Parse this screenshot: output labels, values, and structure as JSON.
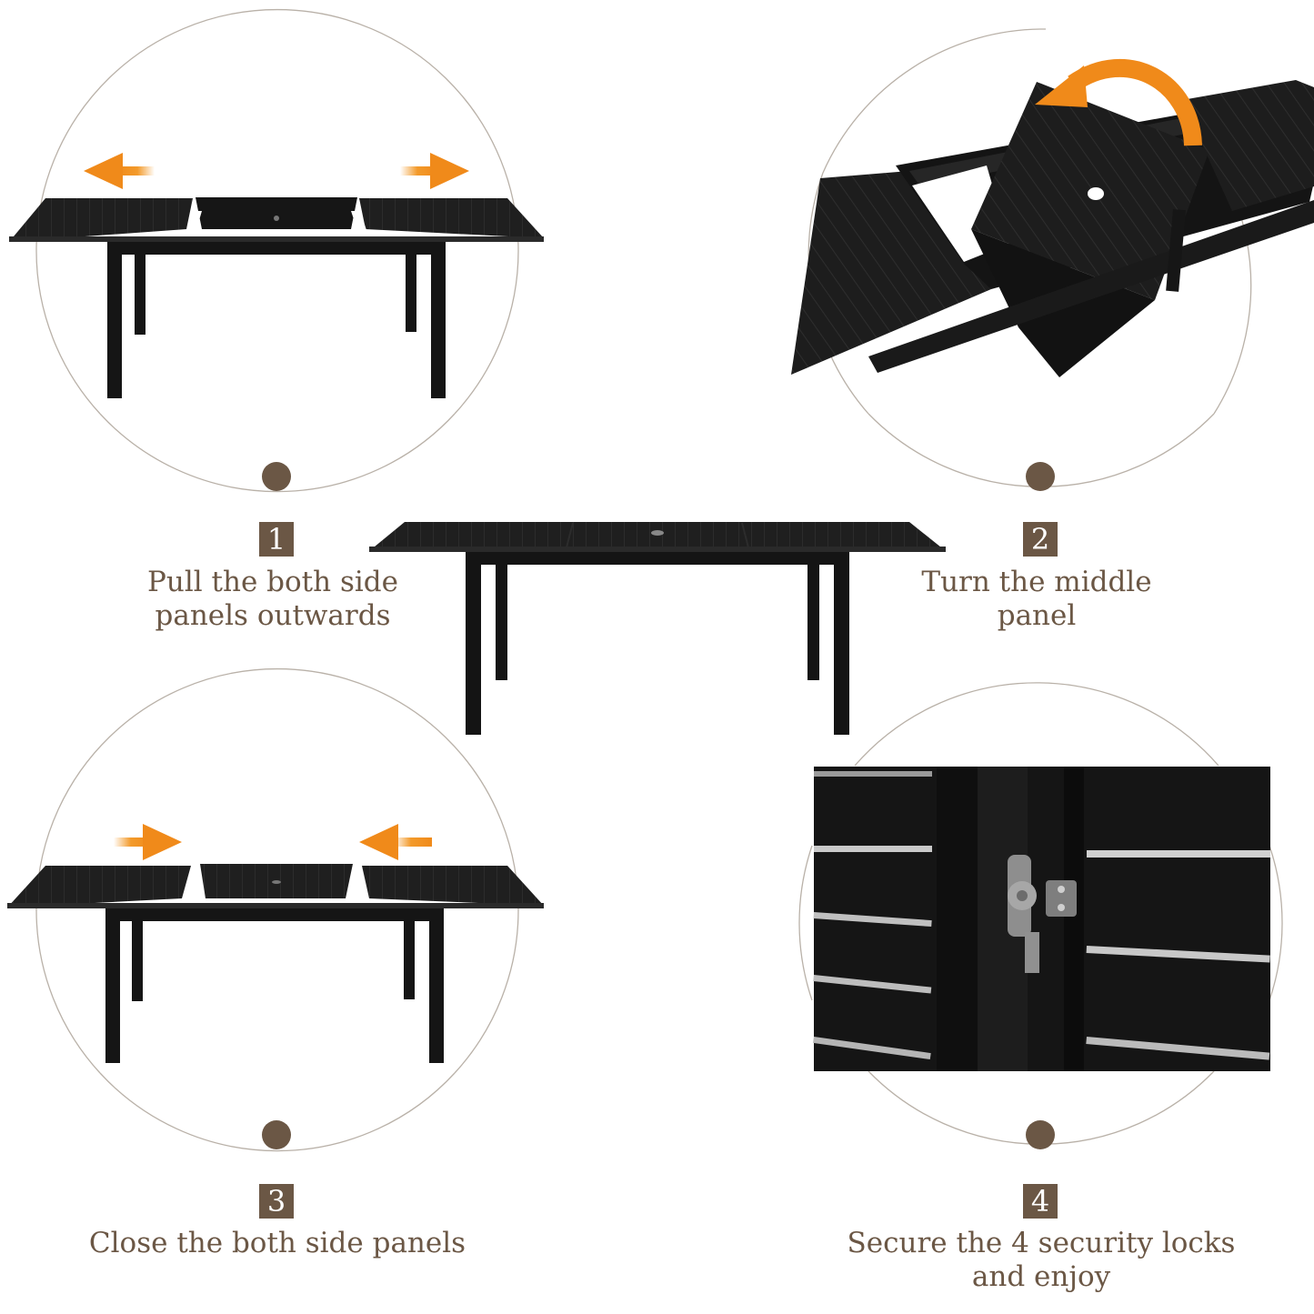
{
  "colors": {
    "accent_brown": "#6b5745",
    "arrow_orange": "#f39a2b",
    "table_black": "#1b1b1b",
    "circle_line": "#b9b1a8"
  },
  "icons": [
    "arrow-left-icon",
    "arrow-right-icon",
    "rotate-arrow-icon",
    "security-lock-icon"
  ],
  "steps": [
    {
      "number": "1",
      "line1": "Pull the both side",
      "line2": "panels outwards"
    },
    {
      "number": "2",
      "line1": "Turn the middle",
      "line2": "panel"
    },
    {
      "number": "3",
      "line1": "Close the both side panels",
      "line2": ""
    },
    {
      "number": "4",
      "line1": "Secure the 4 security locks",
      "line2": "and enjoy"
    }
  ]
}
